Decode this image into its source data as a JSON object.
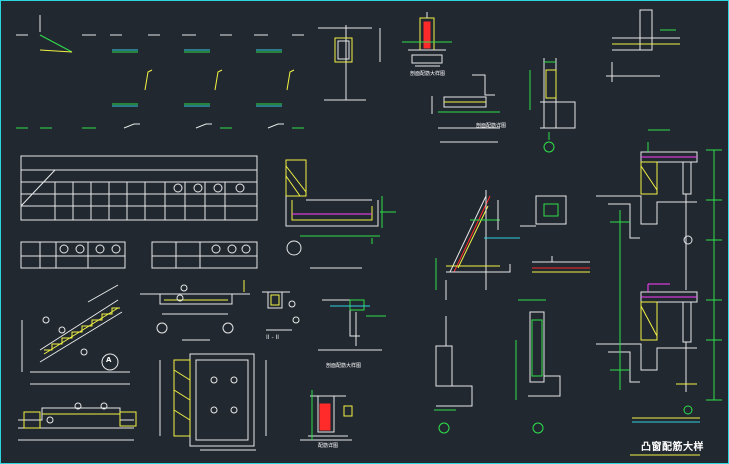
{
  "drawing": {
    "title": "凸窗配筋大样",
    "section_label": "II - II",
    "stair_marker": "A",
    "small_captions": [
      "剖面配筋大样图",
      "剖面配筋详图",
      "剖面配筋大样图",
      "配筋详图"
    ]
  },
  "colors": {
    "background": "#212830",
    "frame": "#2bd6e0",
    "line_white": "#e8e8e8",
    "line_green": "#2ee04a",
    "line_yellow": "#f2f244",
    "line_cyan": "#30d0e0",
    "line_red": "#ff2a2a",
    "line_magenta": "#ff40ff"
  }
}
